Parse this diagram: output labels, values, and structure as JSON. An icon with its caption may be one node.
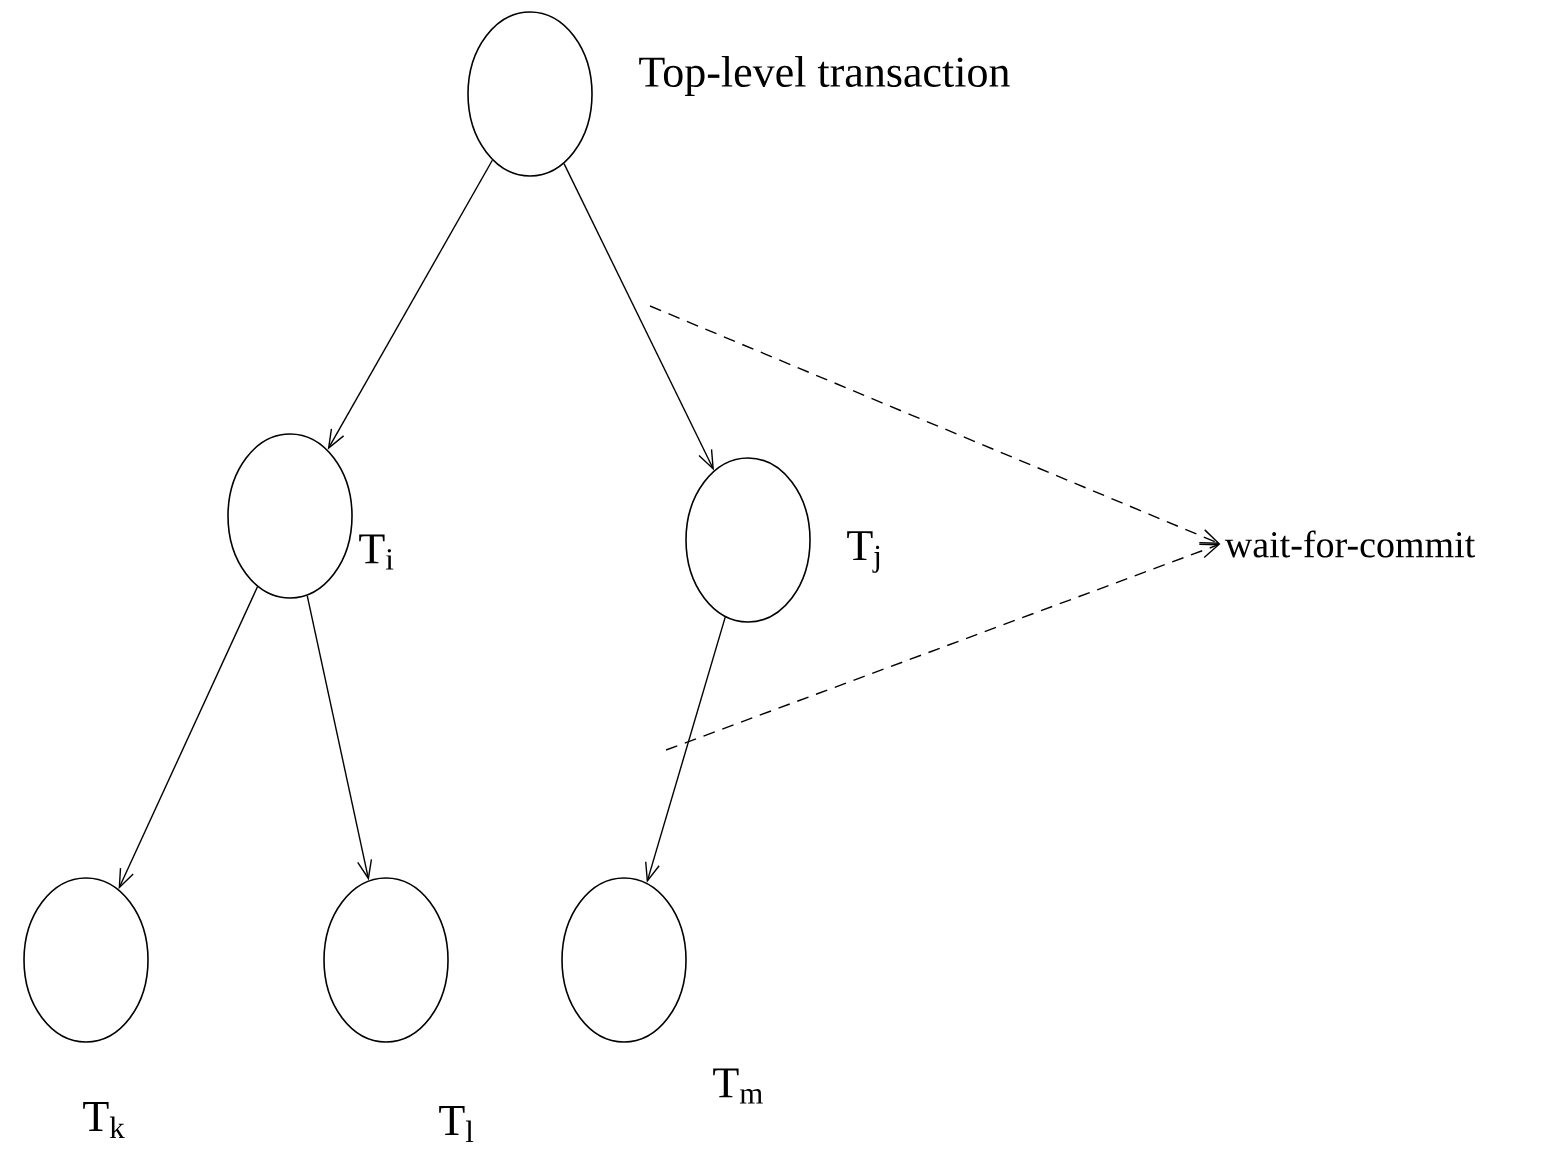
{
  "diagram": {
    "nodes": [
      {
        "text": [],
        "shape": "circle",
        "beside": [
          "Top-level transaction"
        ]
      },
      {
        "text": [],
        "shape": "circle",
        "beside": [
          "T$_{i}$"
        ]
      },
      {
        "text": [],
        "shape": "circle",
        "beside": [
          "T$_{j}$"
        ]
      },
      {
        "text": [],
        "shape": "circle",
        "beside": [
          "T$_{k}$"
        ]
      },
      {
        "text": [],
        "shape": "circle",
        "beside": [
          "T$_{l}$"
        ]
      },
      {
        "text": [],
        "shape": "circle",
        "beside": [
          "T$_{m}$"
        ]
      },
      {
        "text": [
          "wait-for-commit"
        ]
      }
    ],
    "edges": [
      {
        "from": 0,
        "to": 1,
        "arrow": "to"
      },
      {
        "from": 0,
        "to": 2,
        "arrow": "to"
      },
      {
        "from": 1,
        "to": 3,
        "arrow": "to"
      },
      {
        "from": 1,
        "to": 4,
        "arrow": "to"
      },
      {
        "from": 2,
        "to": 5,
        "arrow": "to"
      },
      {
        "from": null,
        "to": 6,
        "arrow": "to",
        "style": "dashed"
      },
      {
        "from": null,
        "to": 6,
        "arrow": "to",
        "style": "dashed"
      }
    ]
  }
}
